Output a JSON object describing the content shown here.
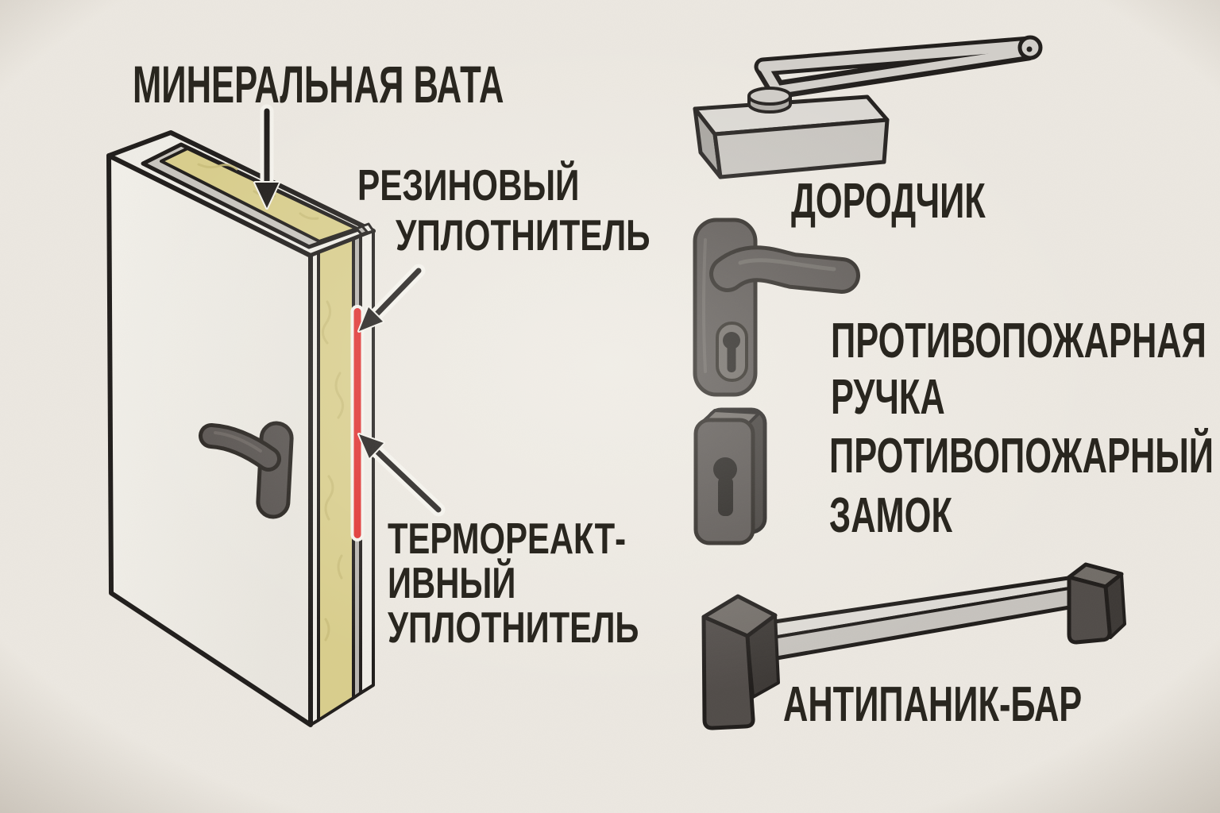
{
  "title": "Fire door components infographic",
  "palette": {
    "background": "#ECE8E1",
    "outline": "#1F1C1A",
    "door_face": "#F0EEE8",
    "frame_white": "#EFEDE7",
    "frame_gray": "#C8C5BF",
    "mineral_wool": "#D9CE8C",
    "wool_texture": "#C9BD7A",
    "seal_red": "#E03231",
    "seal_gray": "#B8B5B0",
    "metal_dark": "#57524F",
    "metal_darker": "#3C3835",
    "metal_mid": "#C7C4BF",
    "metal_light": "#DBD8D3",
    "text": "#29261F"
  },
  "labels": {
    "mineral_wool": "МИНЕРАЛЬНАЯ ВАТА",
    "rubber_seal_1": "РЕЗИНОВЫЙ",
    "rubber_seal_2": "УПЛОТНИТЕЛЬ",
    "thermo_1": "ТЕРМОРЕАКТ-",
    "thermo_2": "ИВНЫЙ",
    "thermo_3": "УПЛОТНИТЕЛЬ",
    "closer": "ДОРОДЧИК",
    "handle_1": "ПРОТИВОПОЖАРНАЯ",
    "handle_2": "РУЧКА",
    "lock_1": "ПРОТИВОПОЖАРНЫЙ",
    "lock_2": "ЗАМОК",
    "panic_bar": "АНТИПАНИК-БАР"
  },
  "icons": [
    "fire-door-cutaway-icon",
    "door-closer-icon",
    "fire-handle-icon",
    "fire-lock-icon",
    "panic-bar-icon"
  ]
}
